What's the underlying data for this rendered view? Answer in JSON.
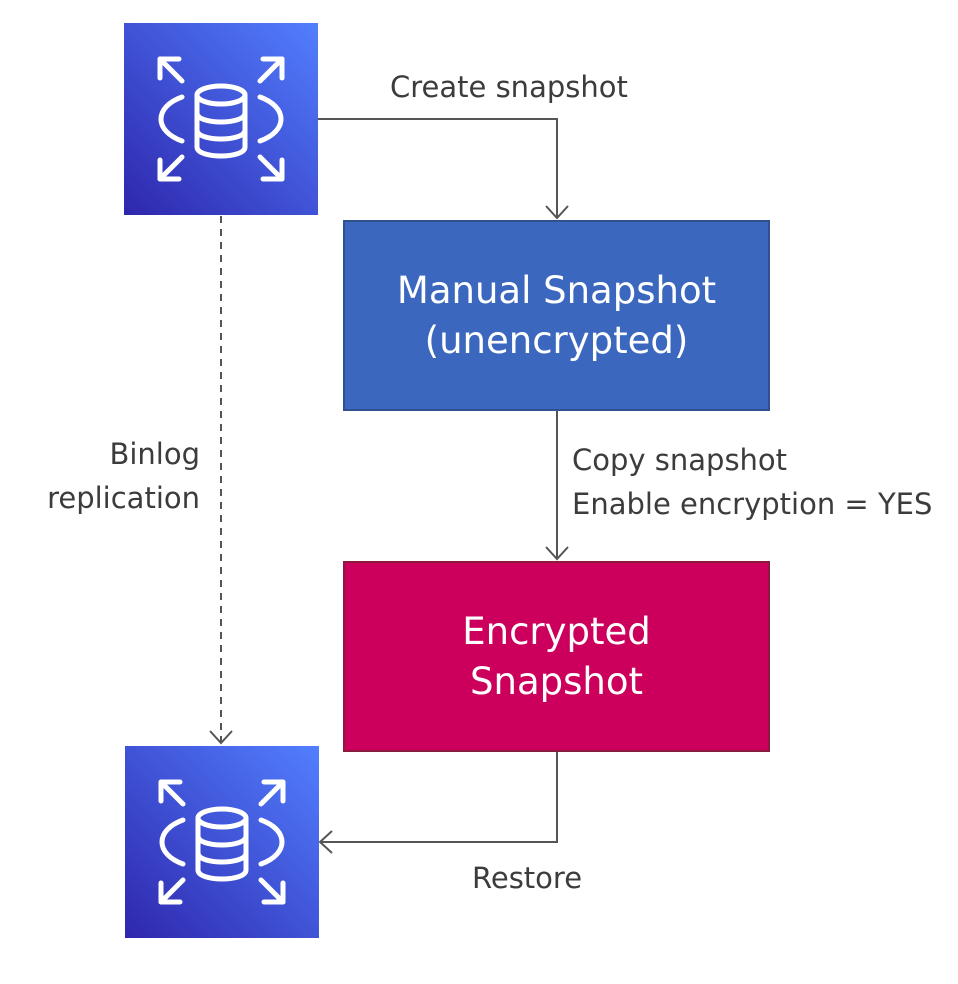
{
  "nodes": {
    "source_db": {
      "icon": "rds-database-icon"
    },
    "target_db": {
      "icon": "rds-database-icon"
    },
    "manual_snapshot": {
      "lines": [
        "Manual Snapshot",
        "(unencrypted)"
      ],
      "color": "#3b68be"
    },
    "encrypted_snapshot": {
      "lines": [
        "Encrypted",
        "Snapshot"
      ],
      "color": "#cc005c"
    }
  },
  "edges": {
    "create": {
      "label": "Create snapshot"
    },
    "copy": {
      "lines": [
        "Copy snapshot",
        "Enable encryption = YES"
      ]
    },
    "replication": {
      "lines": [
        "Binlog",
        "replication"
      ],
      "style": "dashed"
    },
    "restore": {
      "label": "Restore"
    }
  },
  "colors": {
    "icon_gradient_start": "#2e27ad",
    "icon_gradient_end": "#527fff",
    "arrow": "#555555",
    "text": "#3c3c3c"
  }
}
